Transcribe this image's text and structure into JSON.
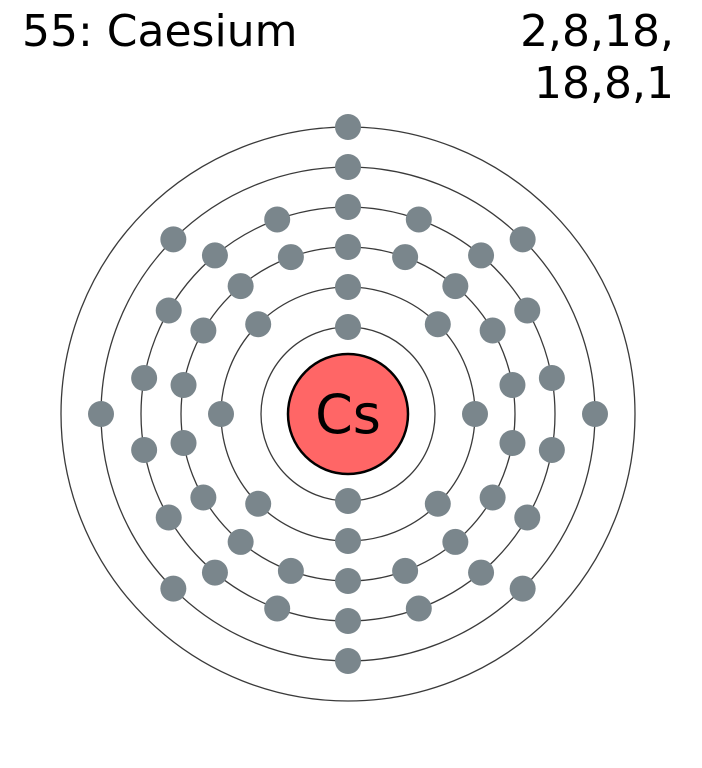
{
  "element": {
    "atomic_number": "55",
    "name": "Caesium",
    "symbol": "Cs",
    "title_text": "55: Caesium"
  },
  "configuration": {
    "line1": "2,8,18,",
    "line2": "18,8,1",
    "shells": [
      2,
      8,
      18,
      18,
      8,
      1
    ]
  },
  "colors": {
    "nucleus_fill": "#ff6666",
    "nucleus_stroke": "#000000",
    "electron": "#7a868c",
    "shell_stroke": "#3a3a3a",
    "text": "#000000"
  }
}
